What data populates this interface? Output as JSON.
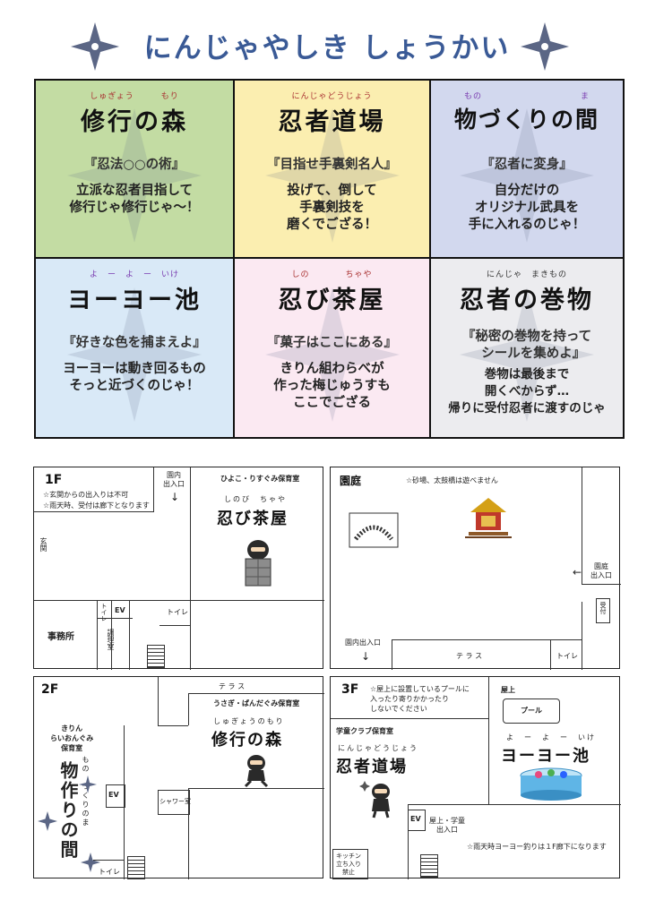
{
  "header": {
    "title": "にんじゃやしき しょうかい"
  },
  "colors": {
    "title": "#3a5a96",
    "shuriken": "#5b6685",
    "cell_green": "#c3dca3",
    "cell_yellow": "#fbeeb0",
    "cell_purple": "#d2d8ee",
    "cell_blue": "#d9e9f7",
    "cell_pink": "#fbe9f2",
    "cell_gray": "#ececef"
  },
  "activities": [
    {
      "ruby": "しゅぎょう　　　もり",
      "name": "修行の森",
      "subtitle": "『忍法○○の術』",
      "desc": "立派な忍者目指して\n修行じゃ修行じゃ～！"
    },
    {
      "ruby": "にんじゃどうじょう",
      "name": "忍者道場",
      "subtitle": "『目指せ手裏剣名人』",
      "desc": "投げて、倒して\n手裏剣技を\n磨くでござる！"
    },
    {
      "ruby": "もの　　　　　　　　　　　ま",
      "name": "物づくりの間",
      "subtitle": "『忍者に変身』",
      "desc": "自分だけの\nオリジナル武具を\n手に入れるのじゃ！"
    },
    {
      "ruby": "よ　ー　よ　ー　いけ",
      "name": "ヨーヨー池",
      "subtitle": "『好きな色を捕まえよ』",
      "desc": "ヨーヨーは動き回るもの\nそっと近づくのじゃ！"
    },
    {
      "ruby": "しの　　　　ちゃや",
      "name": "忍び茶屋",
      "subtitle": "『菓子はここにある』",
      "desc": "きりん組わらべが\n作った梅じゅうすも\nここでござる"
    },
    {
      "ruby": "にんじゃ　まきもの",
      "name": "忍者の巻物",
      "subtitle": "『秘密の巻物を持って\n　シールを集めよ』",
      "desc": "巻物は最後まで\n開くべからず…\n帰りに受付忍者に渡すのじゃ"
    }
  ],
  "map1f": {
    "floor": "1F",
    "note1": "☆玄関からの出入りは不可",
    "note2": "☆雨天時、受付は廊下となります",
    "entrance": "園内\n出入口",
    "room_label": "ひよこ・りすぐみ保育室",
    "ruby": "しのび　ちゃや",
    "name": "忍び茶屋",
    "genkan": "玄関",
    "office": "事務所",
    "toilet_v": "トイレ",
    "ev": "EV",
    "kitchen": "調理室",
    "toilet": "トイレ"
  },
  "mapyard": {
    "floor": "園庭",
    "note": "☆砂場、太鼓橋は遊べません",
    "exit": "園庭\n出入口",
    "reception": "受付",
    "inner_exit": "園内出入口",
    "terrace": "テ ラ ス",
    "toilet": "トイレ"
  },
  "map2f": {
    "floor": "2F",
    "terrace": "テ ラ ス",
    "room_label": "うさぎ・ぱんだぐみ保育室",
    "ruby": "しゅぎょうのもり",
    "name": "修行の森",
    "left_label": "きりん\nらいおんぐみ\n保育室",
    "monozukuri": "物作りの間",
    "monozukuri_ruby": "もの　づくりのま",
    "ev": "EV",
    "shower": "シャワー室",
    "toilet": "トイレ"
  },
  "map3f": {
    "floor": "3F",
    "note": "☆屋上に設置しているプールに\n入ったり寄りかかったり\nしないでください",
    "rooftop": "屋上",
    "pool": "プール",
    "ruby": "よ　ー　よ　ー　いけ",
    "name": "ヨーヨー池",
    "club_label": "学童クラブ保育室",
    "dojo_ruby": "にんじゃどうじょう",
    "dojo_name": "忍者道場",
    "ev": "EV",
    "roof_exit": "屋上・学童\n出入口",
    "rain_note": "☆雨天時ヨーヨー釣りは１F廊下になります",
    "kitchen": "キッチン\n立ち入り\n禁止"
  }
}
